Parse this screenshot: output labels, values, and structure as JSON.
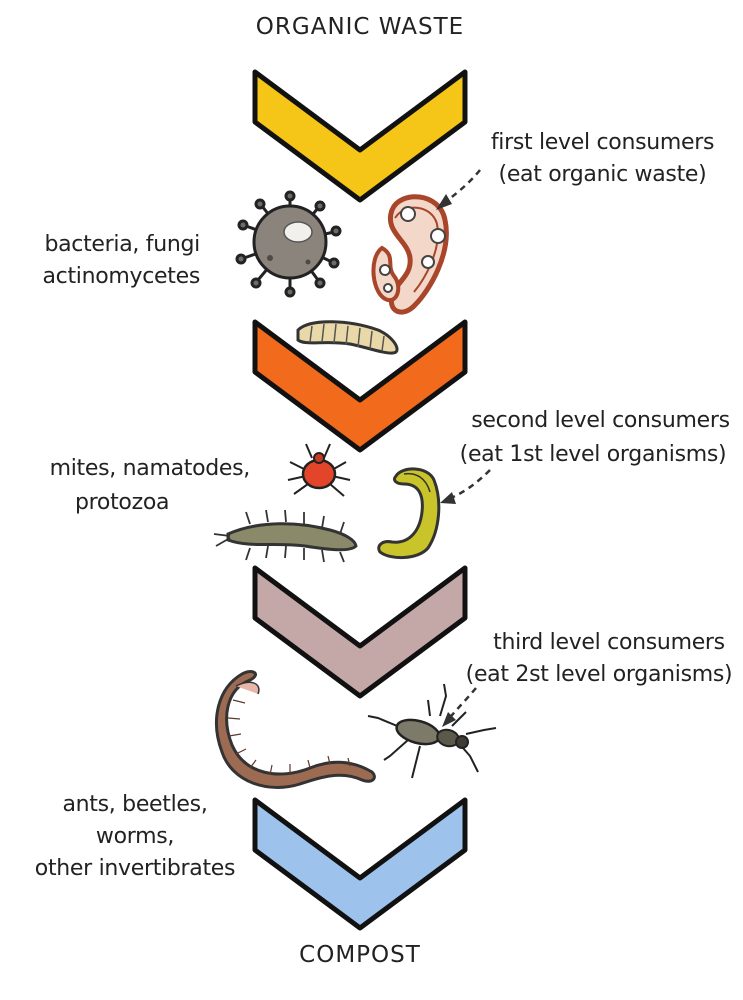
{
  "title": "ORGANIC WASTE",
  "footer": "COMPOST",
  "levels": [
    {
      "consumer_label": "first level consumers",
      "consumer_note": "(eat organic waste)",
      "organisms": [
        "bacteria, fungi",
        "actinomycetes"
      ],
      "color": "#F5C518"
    },
    {
      "consumer_label": "second level consumers",
      "consumer_note": "(eat 1st level organisms)",
      "organisms": [
        "mites, namatodes,",
        "protozoa"
      ],
      "color": "#F26A1B"
    },
    {
      "consumer_label": "third level consumers",
      "consumer_note": "(eat 2st level organisms)",
      "organisms": [
        "ants, beetles,",
        "worms,",
        "other invertibrates"
      ],
      "color": "#C4A8A8"
    }
  ],
  "final_chevron_color": "#9DC3EC"
}
